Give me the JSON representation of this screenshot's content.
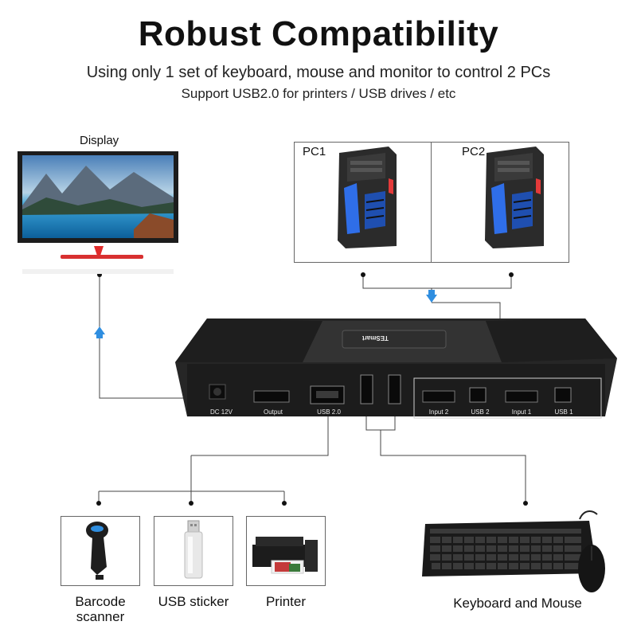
{
  "header": {
    "title": "Robust Compatibility",
    "subtitle1": "Using only 1 set of keyboard, mouse and monitor to control 2 PCs",
    "subtitle2": "Support USB2.0 for printers / USB drives / etc"
  },
  "display": {
    "label": "Display"
  },
  "pcs": [
    {
      "label": "PC1"
    },
    {
      "label": "PC2"
    }
  ],
  "kvm": {
    "brand": "TESmart",
    "ports": [
      {
        "label": "DC 12V"
      },
      {
        "label": "Output"
      },
      {
        "label": "USB 2.0"
      },
      {
        "label": "Input 2"
      },
      {
        "label": "USB 2"
      },
      {
        "label": "Input 1"
      },
      {
        "label": "USB 1"
      }
    ]
  },
  "peripherals": [
    {
      "label": "Barcode scanner"
    },
    {
      "label": "USB sticker"
    },
    {
      "label": "Printer"
    },
    {
      "label": "Keyboard and Mouse"
    }
  ],
  "colors": {
    "arrow": "#2f8ee0",
    "device": "#2b2b2b",
    "pc_blue": "#2f6ee8",
    "accent_red": "#e43a3a"
  }
}
